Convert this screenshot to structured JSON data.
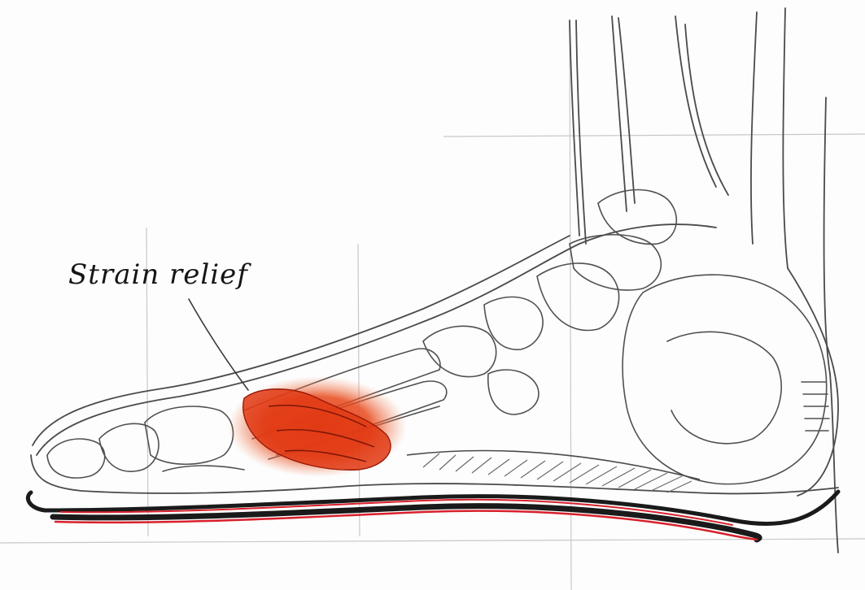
{
  "annotation": {
    "label": "Strain relief"
  },
  "colors": {
    "pencil": "#4a4a4a",
    "guide": "#c8c8c8",
    "strain_highlight": "#e03a14",
    "insole_black": "#1a1a1a",
    "insole_red": "#d8202c"
  },
  "icons": {
    "highlight": "strain-area-highlight",
    "leader": "leader-line"
  }
}
